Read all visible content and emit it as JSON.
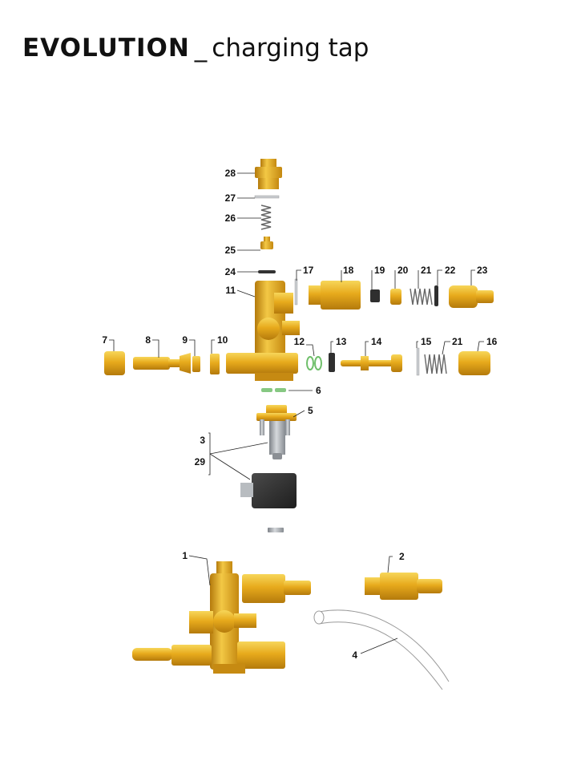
{
  "title": {
    "brand": "EVOLUTION",
    "separator": "_",
    "subtitle": "charging tap"
  },
  "colors": {
    "brass": "#e3a41a",
    "brass_light": "#f6cf52",
    "brass_dark": "#a9700a",
    "grey": "#9aa0a6",
    "black": "#2b2b2b",
    "green": "#7fc77a"
  },
  "parts": [
    {
      "label": "28"
    },
    {
      "label": "27"
    },
    {
      "label": "26"
    },
    {
      "label": "25"
    },
    {
      "label": "24"
    },
    {
      "label": "17"
    },
    {
      "label": "18"
    },
    {
      "label": "19"
    },
    {
      "label": "20"
    },
    {
      "label": "21"
    },
    {
      "label": "22"
    },
    {
      "label": "23"
    },
    {
      "label": "11"
    },
    {
      "label": "7"
    },
    {
      "label": "8"
    },
    {
      "label": "9"
    },
    {
      "label": "10"
    },
    {
      "label": "12"
    },
    {
      "label": "13"
    },
    {
      "label": "14"
    },
    {
      "label": "15"
    },
    {
      "label": "21"
    },
    {
      "label": "16"
    },
    {
      "label": "6"
    },
    {
      "label": "5"
    },
    {
      "label": "3"
    },
    {
      "label": "29"
    },
    {
      "label": "1"
    },
    {
      "label": "2"
    },
    {
      "label": "4"
    }
  ]
}
